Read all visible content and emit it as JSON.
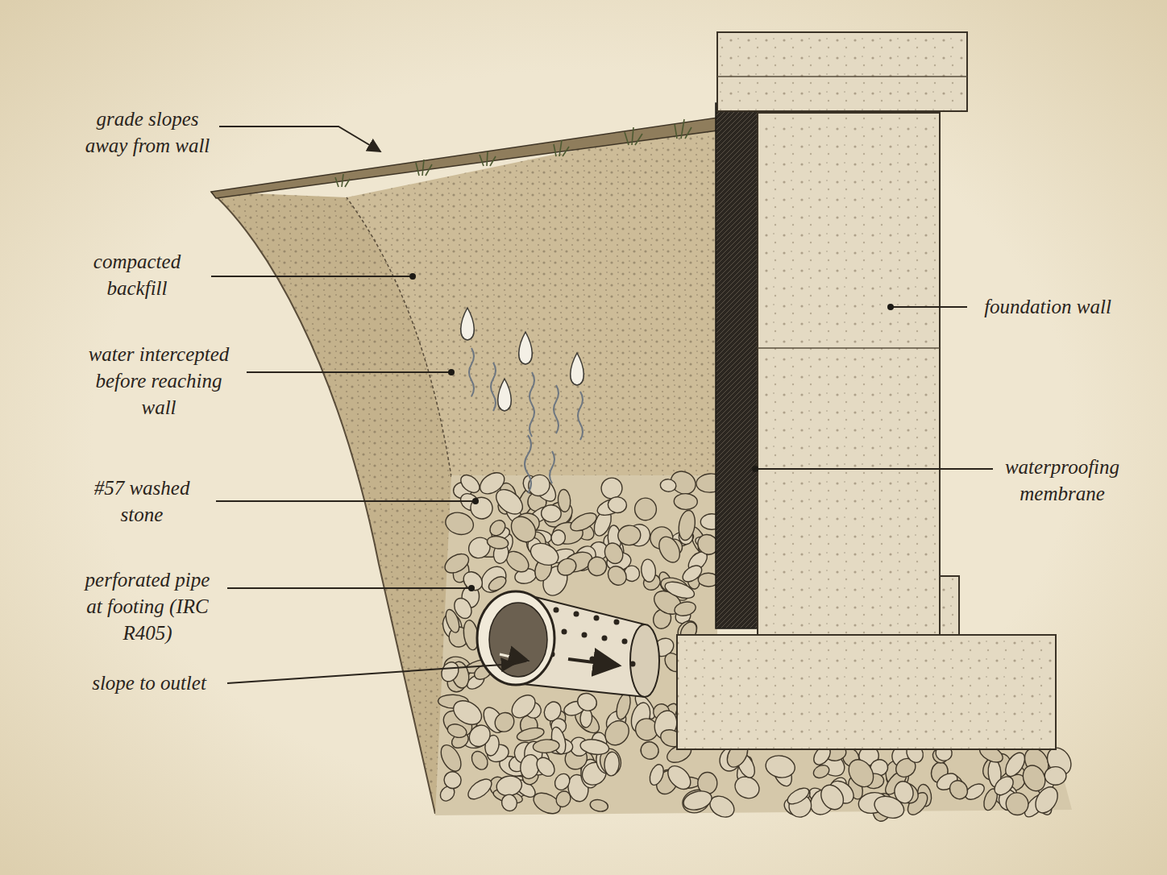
{
  "diagram": {
    "labels": [
      "grade slopes away from wall",
      "compacted backfill",
      "water intercepted before reaching wall",
      "#57 washed stone",
      "perforated pipe at footing (IRC R405)",
      "slope to outlet",
      "foundation wall",
      "waterproofing membrane"
    ]
  }
}
